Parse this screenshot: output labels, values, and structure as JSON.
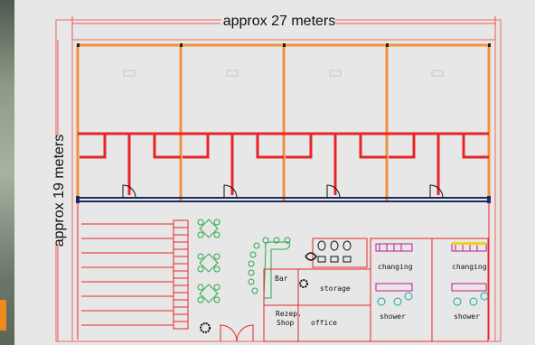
{
  "dimensions": {
    "width_label": "approx 27 meters",
    "height_label": "approx 19 meters"
  },
  "rooms": {
    "bar": "Bar",
    "storage": "storage",
    "reception": [
      "Rezep.",
      "Shop"
    ],
    "office": "office",
    "changing_left": "changing",
    "changing_right": "changing",
    "shower_left": "shower",
    "shower_right": "shower"
  },
  "colors": {
    "orange_wall": "#f2913a",
    "red_wall": "#e8242a",
    "navy_wall": "#1f2b5c",
    "outline": "#e55050"
  }
}
